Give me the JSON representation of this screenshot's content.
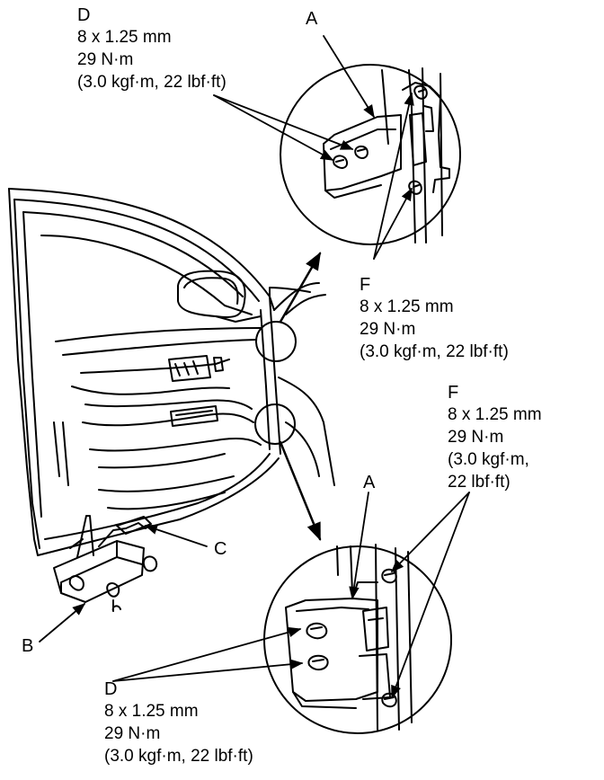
{
  "callouts": {
    "d_top": {
      "letter": "D",
      "size": "8 x 1.25 mm",
      "torque": "29 N·m",
      "torque_alt": "(3.0 kgf·m, 22 lbf·ft)"
    },
    "a_top": {
      "letter": "A"
    },
    "f_mid": {
      "letter": "F",
      "size": "8 x 1.25 mm",
      "torque": "29 N·m",
      "torque_alt": "(3.0 kgf·m, 22 lbf·ft)"
    },
    "f_lower": {
      "letter": "F",
      "size": "8 x 1.25 mm",
      "torque": "29 N·m",
      "torque_alt_1": "(3.0 kgf·m,",
      "torque_alt_2": "22 lbf·ft)"
    },
    "a_lower": {
      "letter": "A"
    },
    "c": {
      "letter": "C"
    },
    "b": {
      "letter": "B"
    },
    "d_bottom": {
      "letter": "D",
      "size": "8 x 1.25 mm",
      "torque": "29 N·m",
      "torque_alt": "(3.0 kgf·m, 22 lbf·ft)"
    }
  },
  "colors": {
    "ink": "#000000",
    "paper": "#ffffff"
  }
}
